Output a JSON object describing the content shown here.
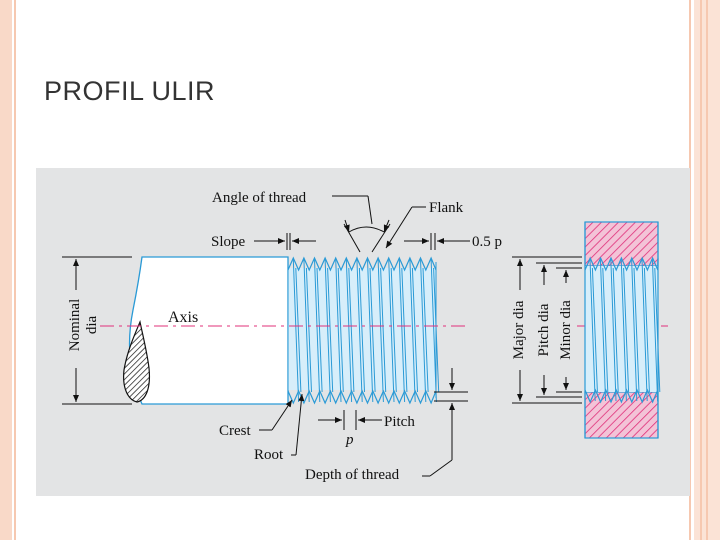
{
  "slide": {
    "title": "PROFIL ULIR"
  },
  "diagram": {
    "labels": {
      "angle_of_thread": "Angle of thread",
      "flank": "Flank",
      "slope": "Slope",
      "half_pitch": "0.5 p",
      "nominal": "Nominal",
      "dia": "dia",
      "axis": "Axis",
      "crest": "Crest",
      "root": "Root",
      "pitch": "Pitch",
      "p": "p",
      "depth_of_thread": "Depth of thread",
      "major_dia": "Major dia",
      "pitch_dia": "Pitch dia",
      "minor_dia": "Minor dia"
    },
    "colors": {
      "thread_line": "#2a9ad6",
      "thread_fill": "#d7eefa",
      "axis_line": "#e0307a",
      "hatch": "#e0307a",
      "background": "#e3e4e5"
    }
  }
}
